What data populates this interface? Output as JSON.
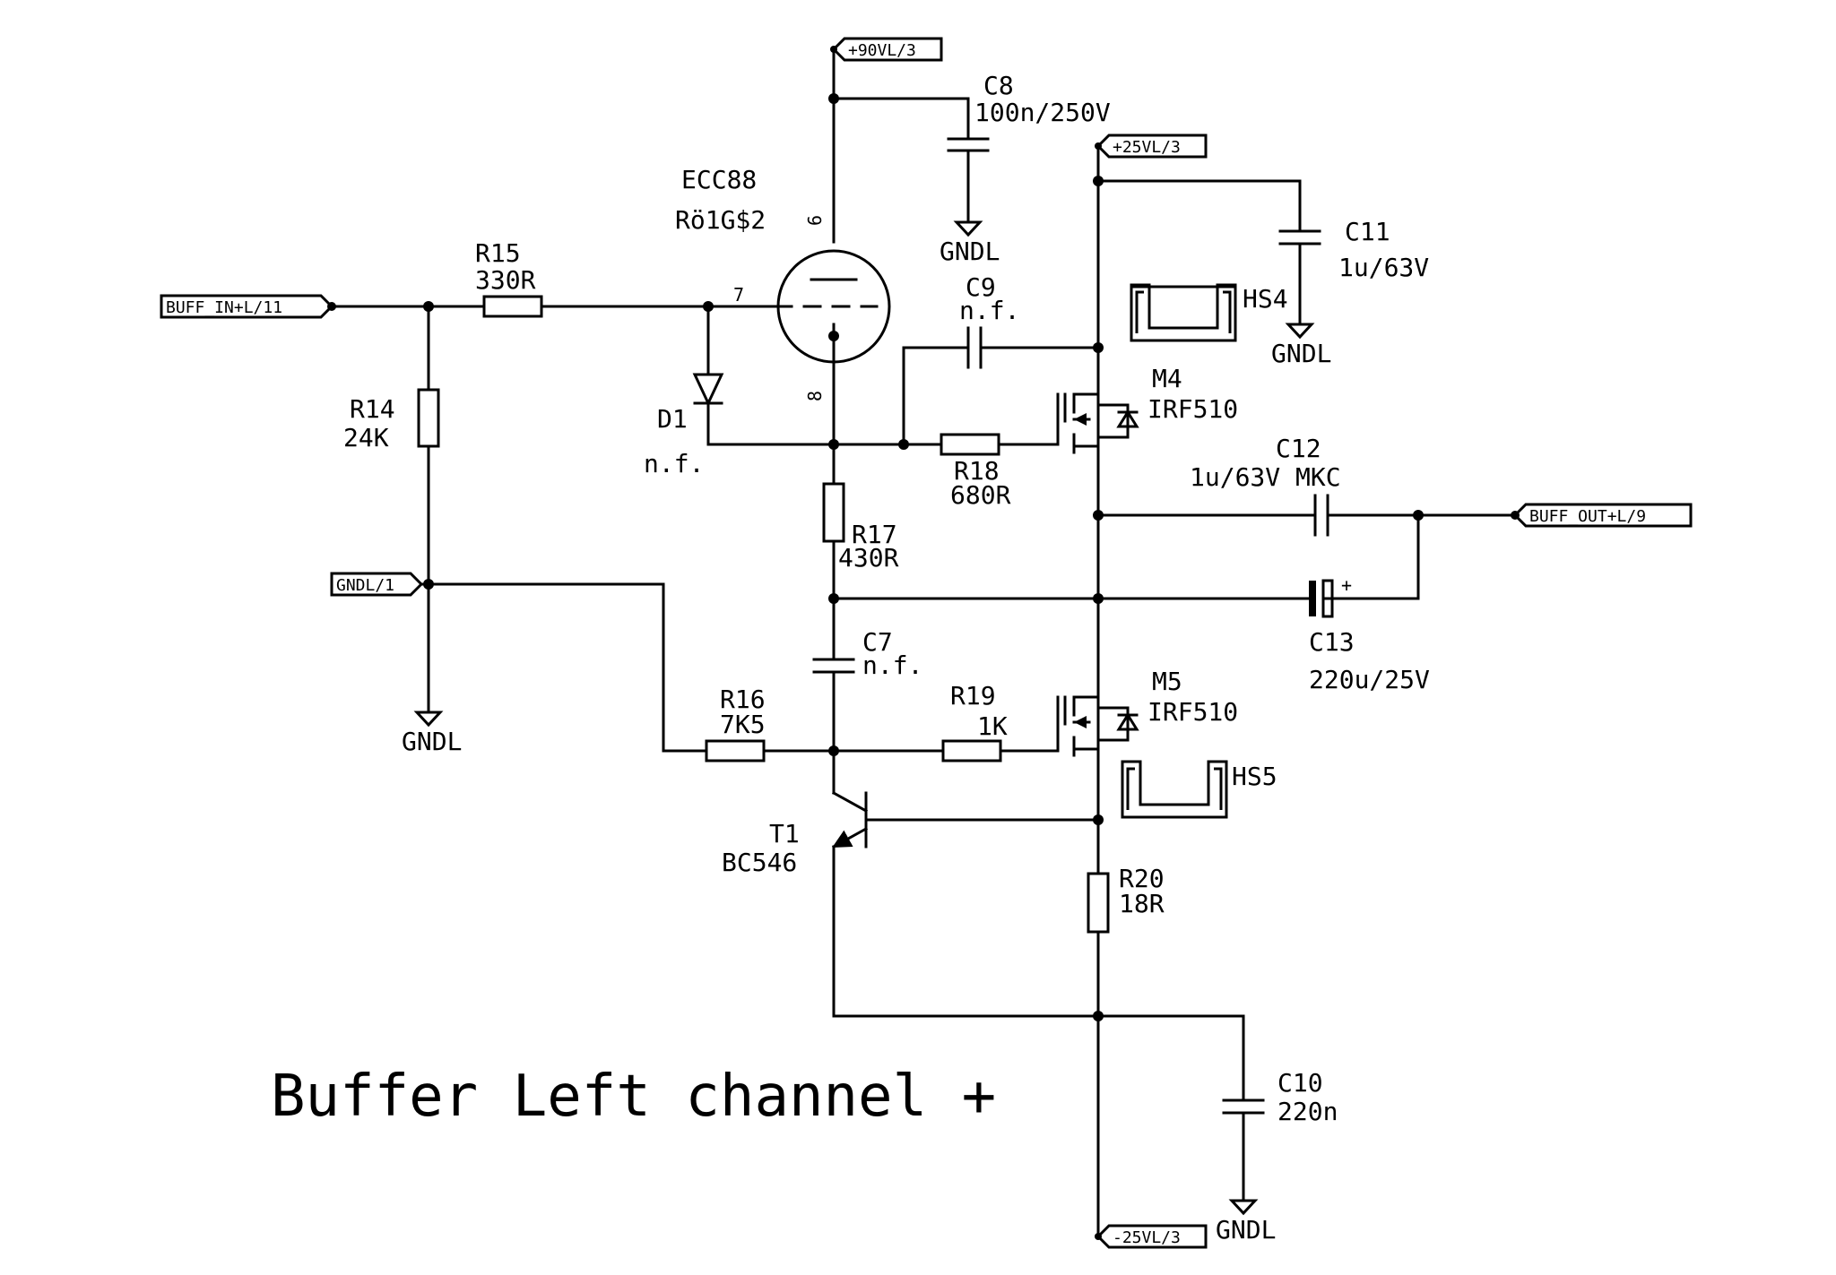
{
  "title": "Buffer Left channel +",
  "ports": {
    "plus90": "+90VL/3",
    "plus25": "+25VL/3",
    "minus25": "-25VL/3",
    "buff_in": "BUFF_IN+L/11",
    "buff_out": "BUFF_OUT+L/9",
    "gndl": "GNDL/1"
  },
  "gnd_label": "GNDL",
  "tube": {
    "type": "ECC88",
    "ref": "Rö1G$2",
    "pin_anode": "6",
    "pin_grid": "7",
    "pin_cathode": "8"
  },
  "components": {
    "R14": {
      "ref": "R14",
      "value": "24K"
    },
    "R15": {
      "ref": "R15",
      "value": "330R"
    },
    "R16": {
      "ref": "R16",
      "value": "7K5"
    },
    "R17": {
      "ref": "R17",
      "value": "430R"
    },
    "R18": {
      "ref": "R18",
      "value": "680R"
    },
    "R19": {
      "ref": "R19",
      "value": "1K"
    },
    "R20": {
      "ref": "R20",
      "value": "18R"
    },
    "C7": {
      "ref": "C7",
      "value": "n.f."
    },
    "C8": {
      "ref": "C8",
      "value": "100n/250V"
    },
    "C9": {
      "ref": "C9",
      "value": "n.f."
    },
    "C10": {
      "ref": "C10",
      "value": "220n"
    },
    "C11": {
      "ref": "C11",
      "value": "1u/63V"
    },
    "C12": {
      "ref": "C12",
      "value": "1u/63V MKC"
    },
    "C13": {
      "ref": "C13",
      "value": "220u/25V",
      "polarity": "+"
    },
    "D1": {
      "ref": "D1",
      "value": "n.f."
    },
    "M4": {
      "ref": "M4",
      "value": "IRF510"
    },
    "M5": {
      "ref": "M5",
      "value": "IRF510"
    },
    "T1": {
      "ref": "T1",
      "value": "BC546"
    },
    "HS4": {
      "ref": "HS4"
    },
    "HS5": {
      "ref": "HS5"
    }
  }
}
